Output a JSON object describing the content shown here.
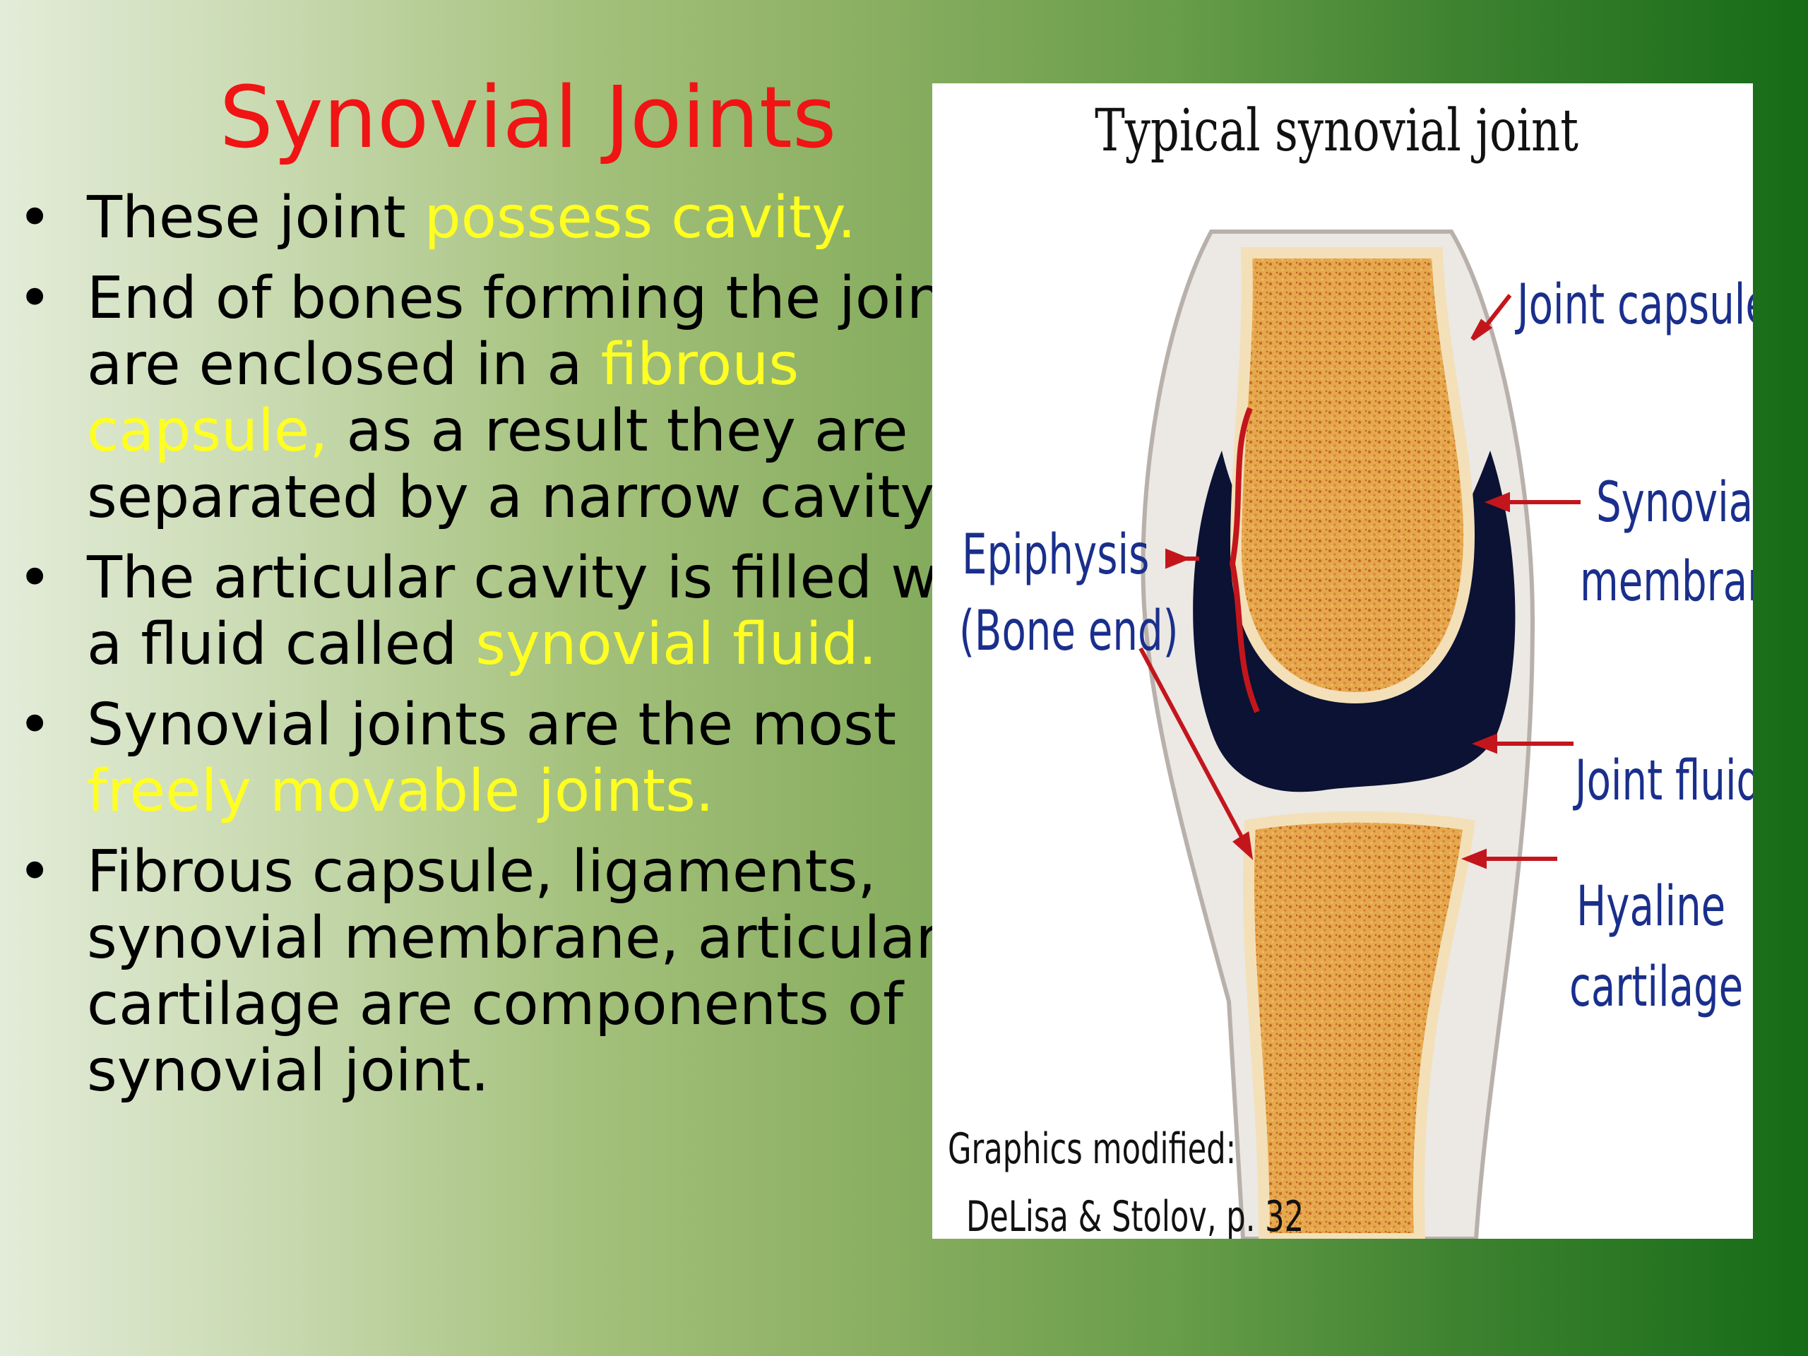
{
  "slide": {
    "title": "Synovial Joints",
    "bullet_glyph": "•",
    "bullets": [
      {
        "parts": [
          "These joint ",
          "possess cavity."
        ]
      },
      {
        "parts": [
          "End of bones forming the joint are enclosed in a ",
          "fibrous capsule,",
          " as a result they are separated by a narrow cavity."
        ]
      },
      {
        "parts": [
          "The articular cavity is filled with a fluid called ",
          "synovial fluid."
        ]
      },
      {
        "parts": [
          "Synovial joints are the most ",
          "freely movable joints."
        ]
      },
      {
        "parts": [
          "Fibrous capsule, ligaments, synovial membrane, articular cartilage are components of synovial joint."
        ]
      }
    ]
  },
  "figure": {
    "title": "Typical synovial joint",
    "labels": {
      "joint_capsule": "Joint capsule",
      "synovial_line1": "Synovial",
      "synovial_line2": "membrane",
      "epiphysis_line1": "Epiphysis",
      "epiphysis_line2": "(Bone end)",
      "joint_fluid": "Joint fluid",
      "hyaline_line1": "Hyaline",
      "hyaline_line2": "cartilage"
    },
    "credit_line1": "Graphics modified:",
    "credit_line2": "DeLisa & Stolov, p. 32"
  },
  "colors": {
    "title": "#f01414",
    "highlight": "#ffff22",
    "label_blue": "#1a2f8c",
    "arrow_red": "#c3161c",
    "bone": "#e2a24a",
    "fluid": "#0b1233"
  }
}
